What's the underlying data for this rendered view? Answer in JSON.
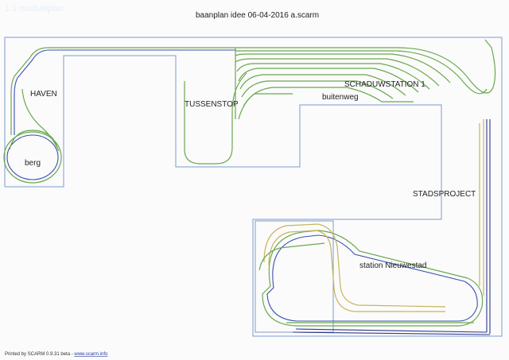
{
  "header": {
    "title": "baanplan  idee 06-04-2016 a.scarm",
    "watermark": "1:1 moduleplan"
  },
  "labels": {
    "haven": "HAVEN",
    "berg": "berg",
    "tussenstop": "TUSSENSTOP",
    "schaduwstation": "SCHADUWSTATION 1",
    "buitenweg": "buitenweg",
    "stadsproject": "STADSPROJECT",
    "station_nieuwestad": "station Nieuwestad"
  },
  "footer": {
    "printed_by": "Printed by SCARM 0.9.31 beta - ",
    "link": "www.scarm.info"
  },
  "colors": {
    "board_outline": "#7b9bcf",
    "track_green": "#6aa84f",
    "track_blue": "#3b4fb0",
    "track_yellow": "#c8b45a"
  }
}
